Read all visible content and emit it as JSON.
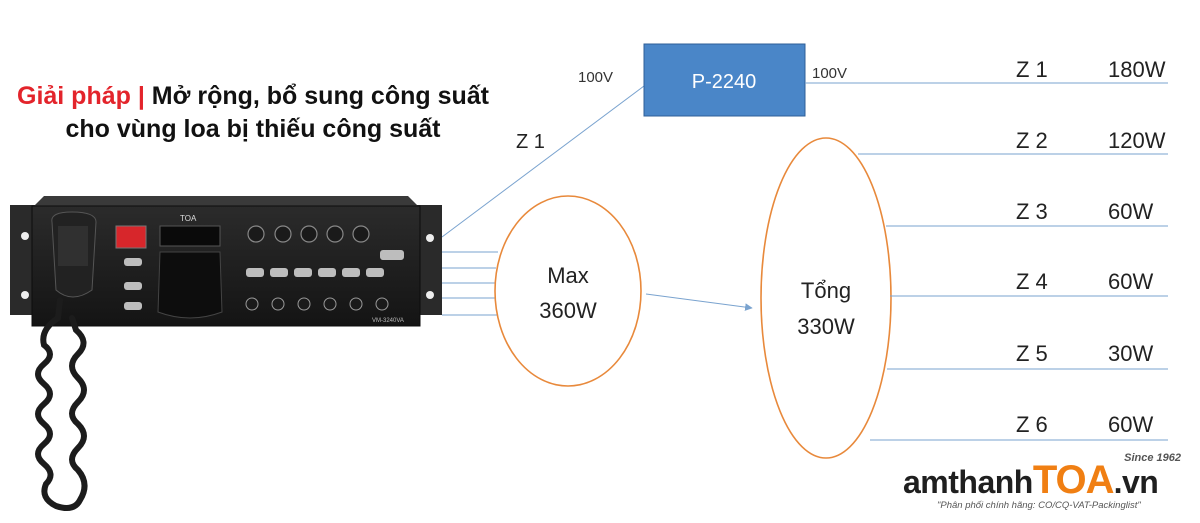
{
  "title": {
    "prefix": "Giải pháp",
    "separator": " | ",
    "rest": "Mở rộng, bổ sung công suất cho vùng loa bị thiếu công suất"
  },
  "device": {
    "brand": "TOA",
    "model": "VM-3240VA"
  },
  "booster": {
    "label": "P-2240",
    "input_voltage": "100V",
    "output_voltage": "100V"
  },
  "booster_feed": {
    "label": "Z 1"
  },
  "max_bubble": {
    "line1": "Max",
    "line2": "360W"
  },
  "total_bubble": {
    "line1": "Tổng",
    "line2": "330W"
  },
  "zones": [
    {
      "zone": "Z 1",
      "power": "180W"
    },
    {
      "zone": "Z 2",
      "power": "120W"
    },
    {
      "zone": "Z 3",
      "power": "60W"
    },
    {
      "zone": "Z 4",
      "power": "60W"
    },
    {
      "zone": "Z 5",
      "power": "30W"
    },
    {
      "zone": "Z 6",
      "power": "60W"
    }
  ],
  "logo": {
    "part1": "amthanh",
    "part2": "TOA",
    "part3": ".vn",
    "since": "Since 1962",
    "tagline": "\"Phân phối chính hãng: CO/CQ-VAT-Packinglist\""
  },
  "colors": {
    "line": "#7aa3cf",
    "ellipse": "#e8893b",
    "booster_fill": "#4a86c8",
    "accent_red": "#e3242b",
    "accent_orange": "#f07f13"
  }
}
